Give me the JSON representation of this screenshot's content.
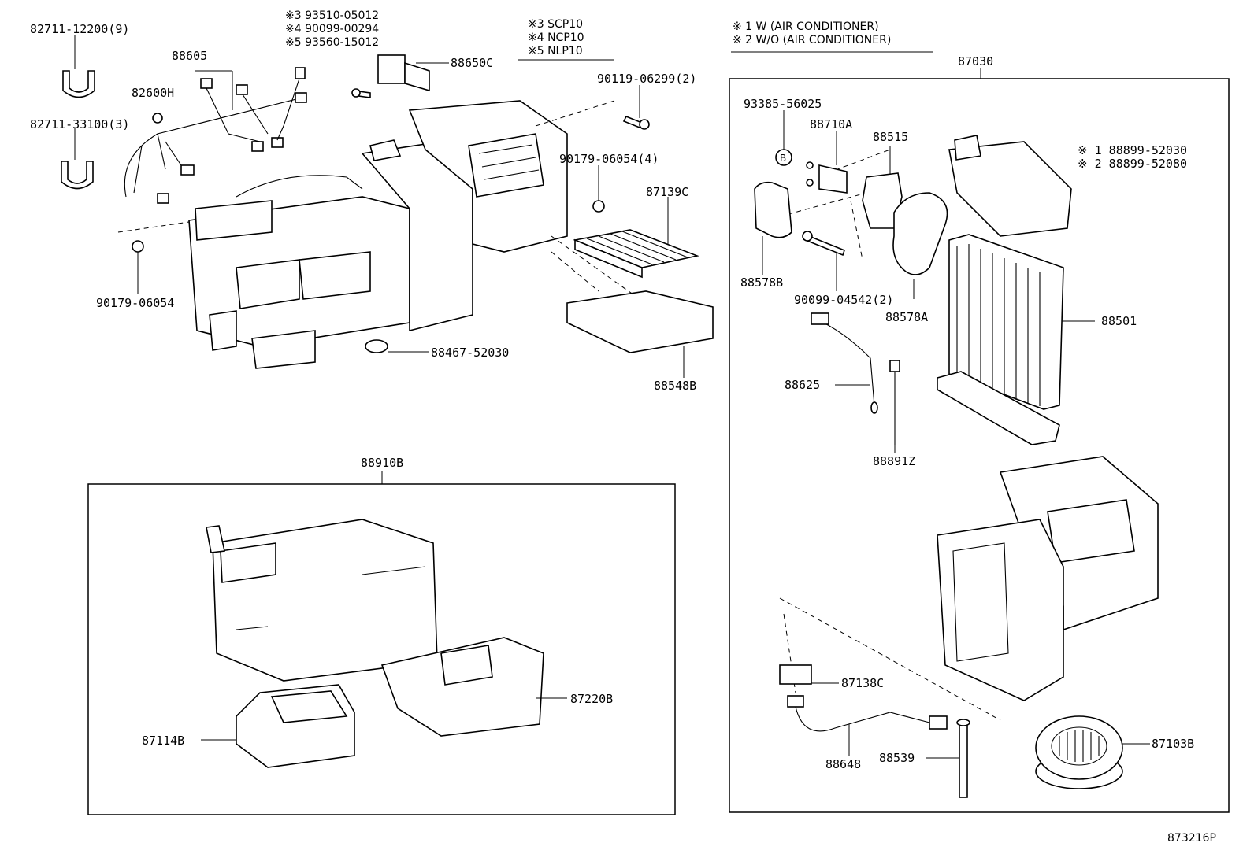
{
  "legend": {
    "w_ac": "※ 1 W (AIR CONDITIONER)",
    "wo_ac": "※ 2 W/O (AIR CONDITIONER)"
  },
  "variants": {
    "a_no": "※3 93510-05012",
    "b_no": "※4 90099-00294",
    "c_no": "※5 93560-15012",
    "a_model": "※3 SCP10",
    "b_model": "※4 NCP10",
    "c_model": "※5 NLP10"
  },
  "labels": {
    "p82711_12200": "82711-12200(9)",
    "p88605": "88605",
    "p82600h": "82600H",
    "p82711_33100": "82711-33100(3)",
    "p88650c": "88650C",
    "p90119_06299": "90119-06299(2)",
    "p90179_06054_4": "90179-06054(4)",
    "p87139c": "87139C",
    "p90179_06054": "90179-06054",
    "p88467_52030": "88467-52030",
    "p88548b": "88548B",
    "p88910b": "88910B",
    "p87220b": "87220B",
    "p87114b": "87114B",
    "p87030": "87030",
    "p93385_56025": "93385-56025",
    "p88710a": "88710A",
    "p88515": "88515",
    "p88899_52030": "※ 1 88899-52030",
    "p88899_52080": "※ 2 88899-52080",
    "p88578b": "88578B",
    "p90099_04542": "90099-04542(2)",
    "p88578a": "88578A",
    "p88501": "88501",
    "p88625": "88625",
    "p88891z": "88891Z",
    "p87138c": "87138C",
    "p88648": "88648",
    "p88539": "88539",
    "p87103b": "87103B",
    "circle_b": "B"
  },
  "footer": {
    "diagram_no": "873216P"
  }
}
